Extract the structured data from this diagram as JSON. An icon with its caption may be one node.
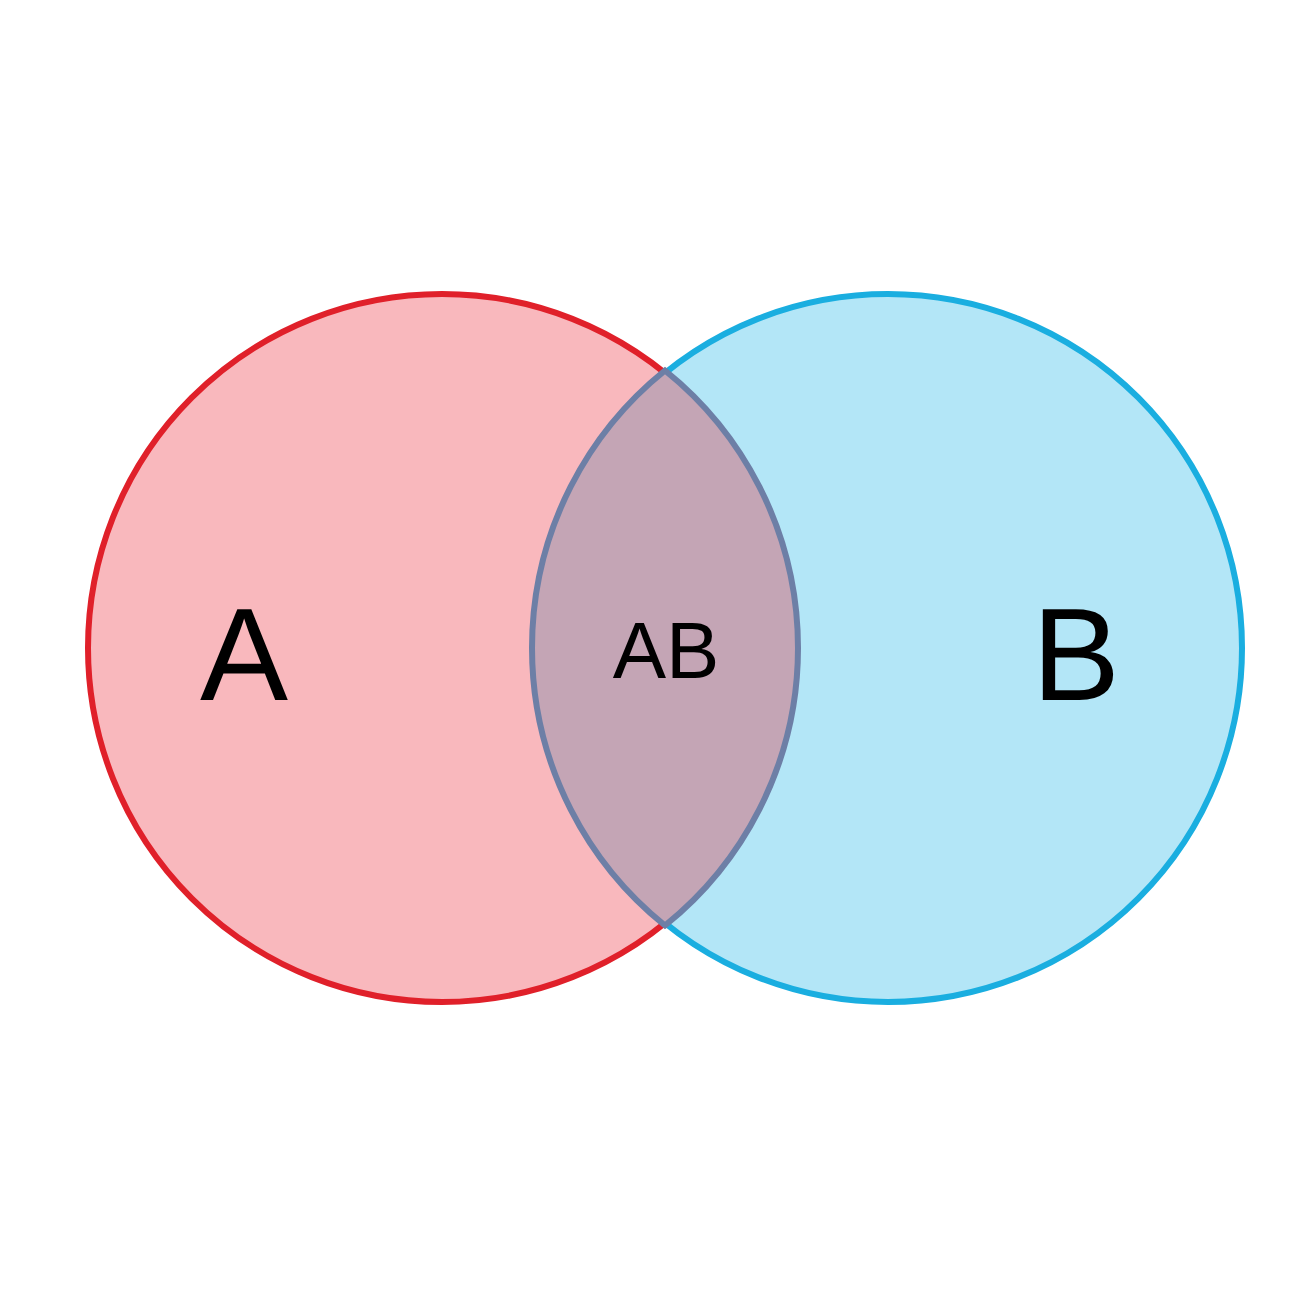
{
  "diagram": {
    "nodes": [
      {
        "text": [
          "A"
        ]
      },
      {
        "text": [
          "B"
        ]
      },
      {
        "text": [
          "AB"
        ]
      }
    ]
  }
}
